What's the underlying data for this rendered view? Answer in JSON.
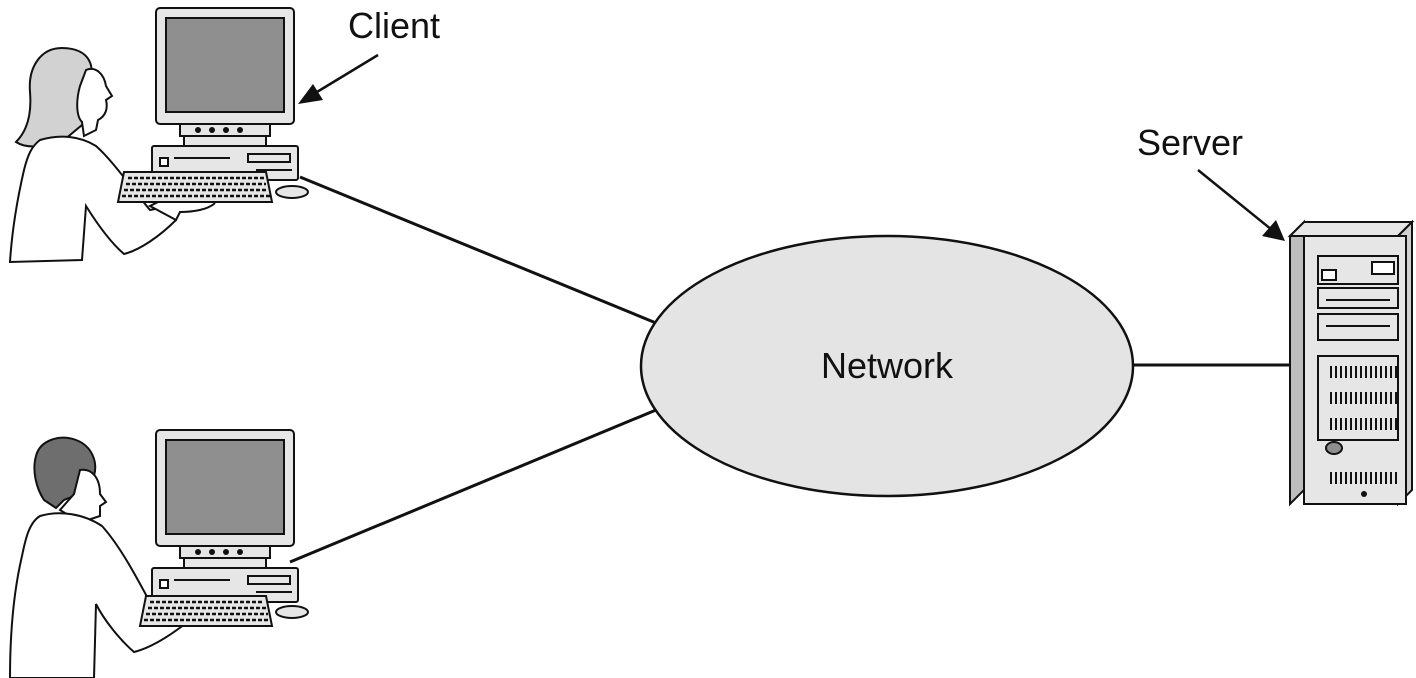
{
  "diagram": {
    "labels": {
      "client": "Client",
      "server": "Server",
      "network": "Network"
    },
    "colors": {
      "network_fill": "#e4e4e4",
      "monitor_screen": "#8f8f8f",
      "device_body": "#e6e6e6",
      "hair_female": "#d2d2d2",
      "hair_male": "#6e6e6e",
      "outline": "#111111"
    },
    "nodes": [
      {
        "role": "client",
        "person": "woman",
        "icon": "desktop-computer-icon"
      },
      {
        "role": "client",
        "person": "man",
        "icon": "desktop-computer-icon"
      },
      {
        "role": "network",
        "icon": "network-cloud-icon"
      },
      {
        "role": "server",
        "icon": "tower-server-icon"
      }
    ]
  }
}
